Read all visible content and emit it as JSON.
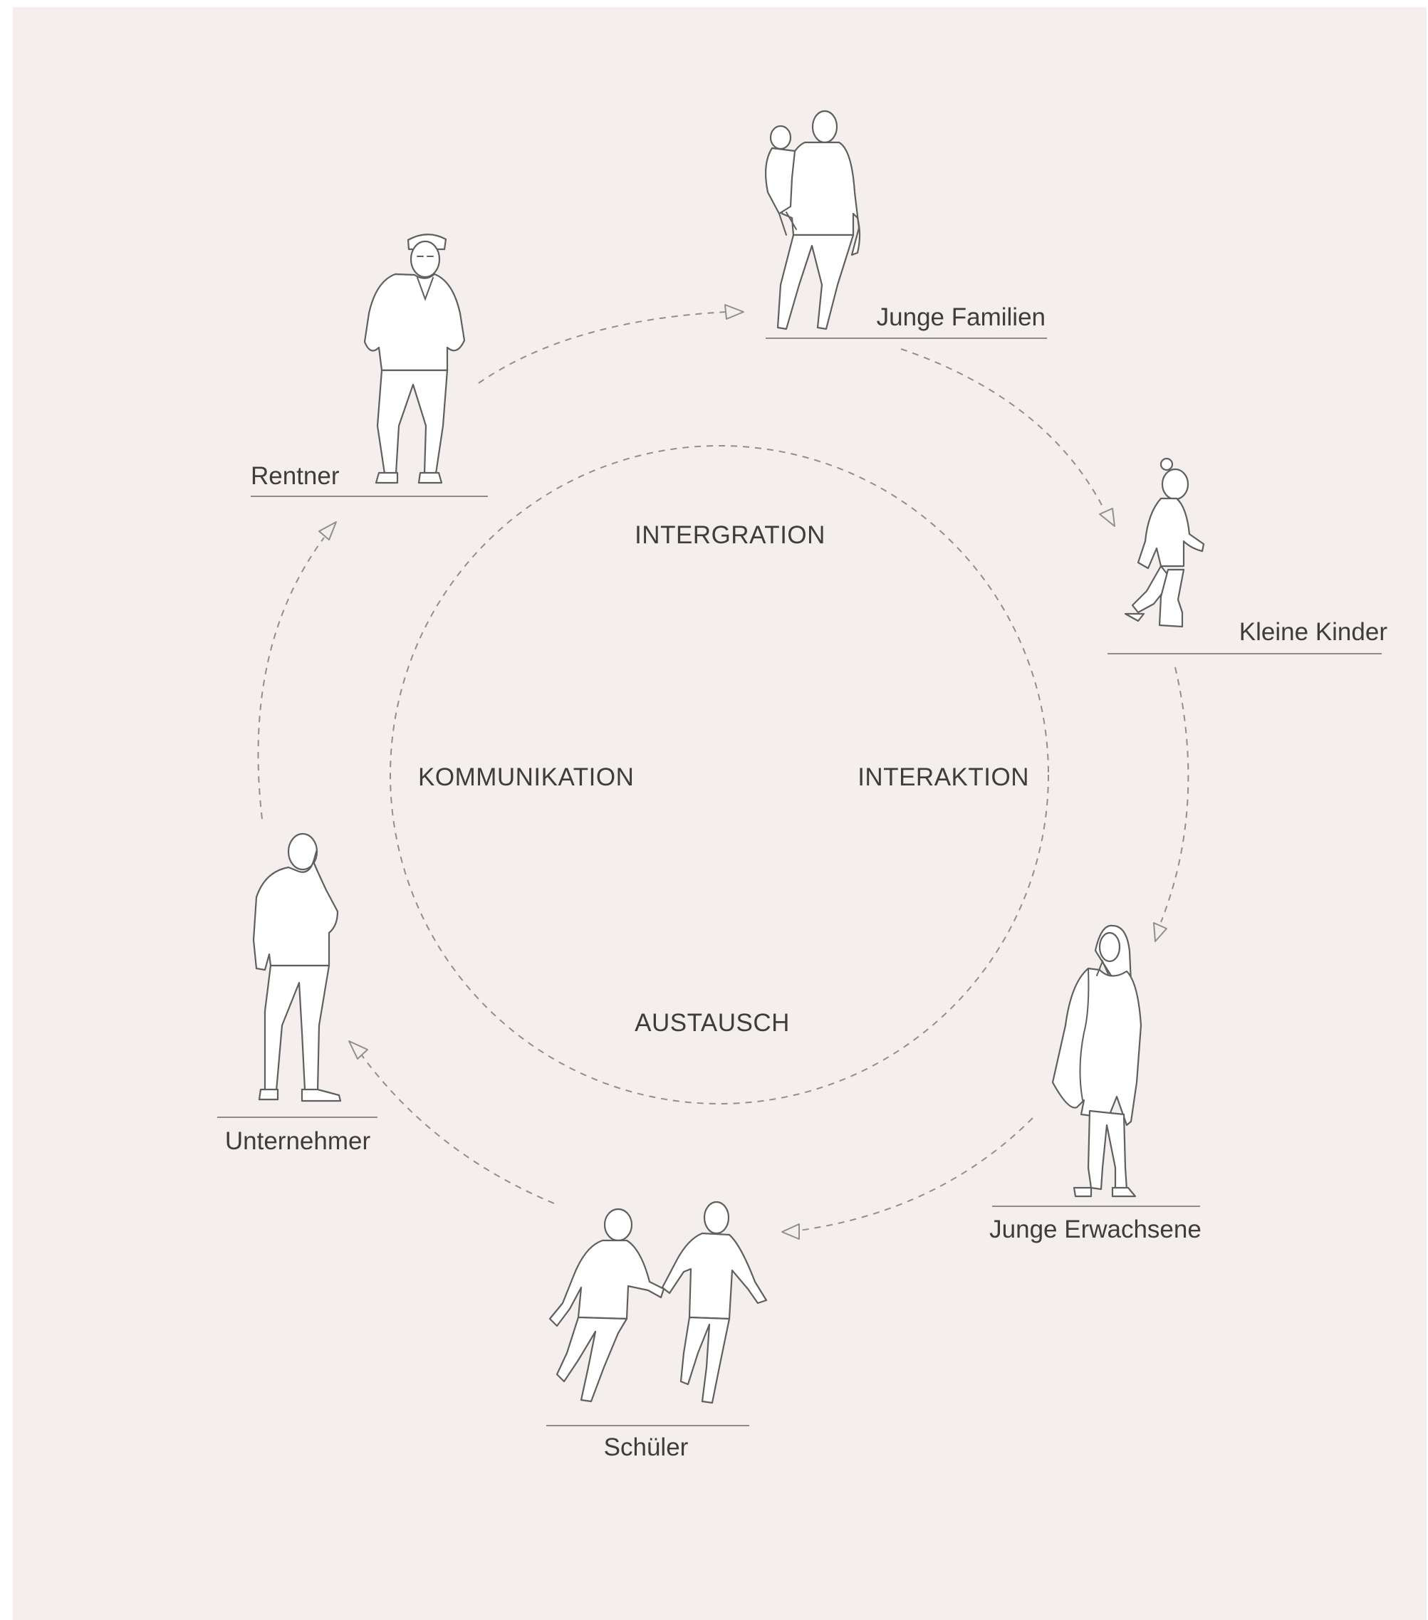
{
  "center": {
    "top": "INTERGRATION",
    "left": "KOMMUNIKATION",
    "right": "INTERAKTION",
    "bottom": "AUSTAUSCH"
  },
  "groups": {
    "rentner": "Rentner",
    "junge_familien": "Junge Familien",
    "kleine_kinder": "Kleine Kinder",
    "junge_erwachsene": "Junge Erwachsene",
    "schueler": "Schüler",
    "unternehmer": "Unternehmer"
  },
  "colors": {
    "background": "#f4efed",
    "line": "#8f8f8f",
    "text": "#3d3d3d",
    "figure_stroke": "#5f5f5f"
  }
}
